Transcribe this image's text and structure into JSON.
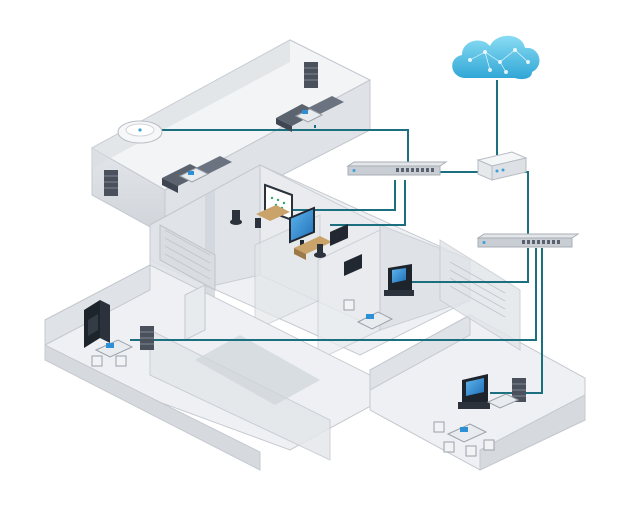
{
  "diagram": {
    "colors": {
      "background": "#ffffff",
      "cable": "#1b6f7e",
      "cloud_light": "#6fd0ee",
      "cloud_dark": "#2fa6d6",
      "floor": "#eef0f3",
      "wall": "#d5d9de",
      "wall_edge": "#b7bcc3",
      "device_dark": "#222831",
      "screen_blue": "#2d8fd6",
      "switch_body": "#c9ced5"
    },
    "icons": [
      "cloud-icon",
      "gateway-icon",
      "switch-icon",
      "access-point-icon",
      "server-rack-icon",
      "ip-phone-icon",
      "desktop-monitor-icon",
      "tv-display-icon",
      "office-chair-icon",
      "sofa-icon",
      "conference-table-icon",
      "staircase-icon"
    ],
    "zones": [
      "top-floor-lounge",
      "second-floor-offices",
      "ground-floor-lobby",
      "right-wing-office"
    ]
  }
}
